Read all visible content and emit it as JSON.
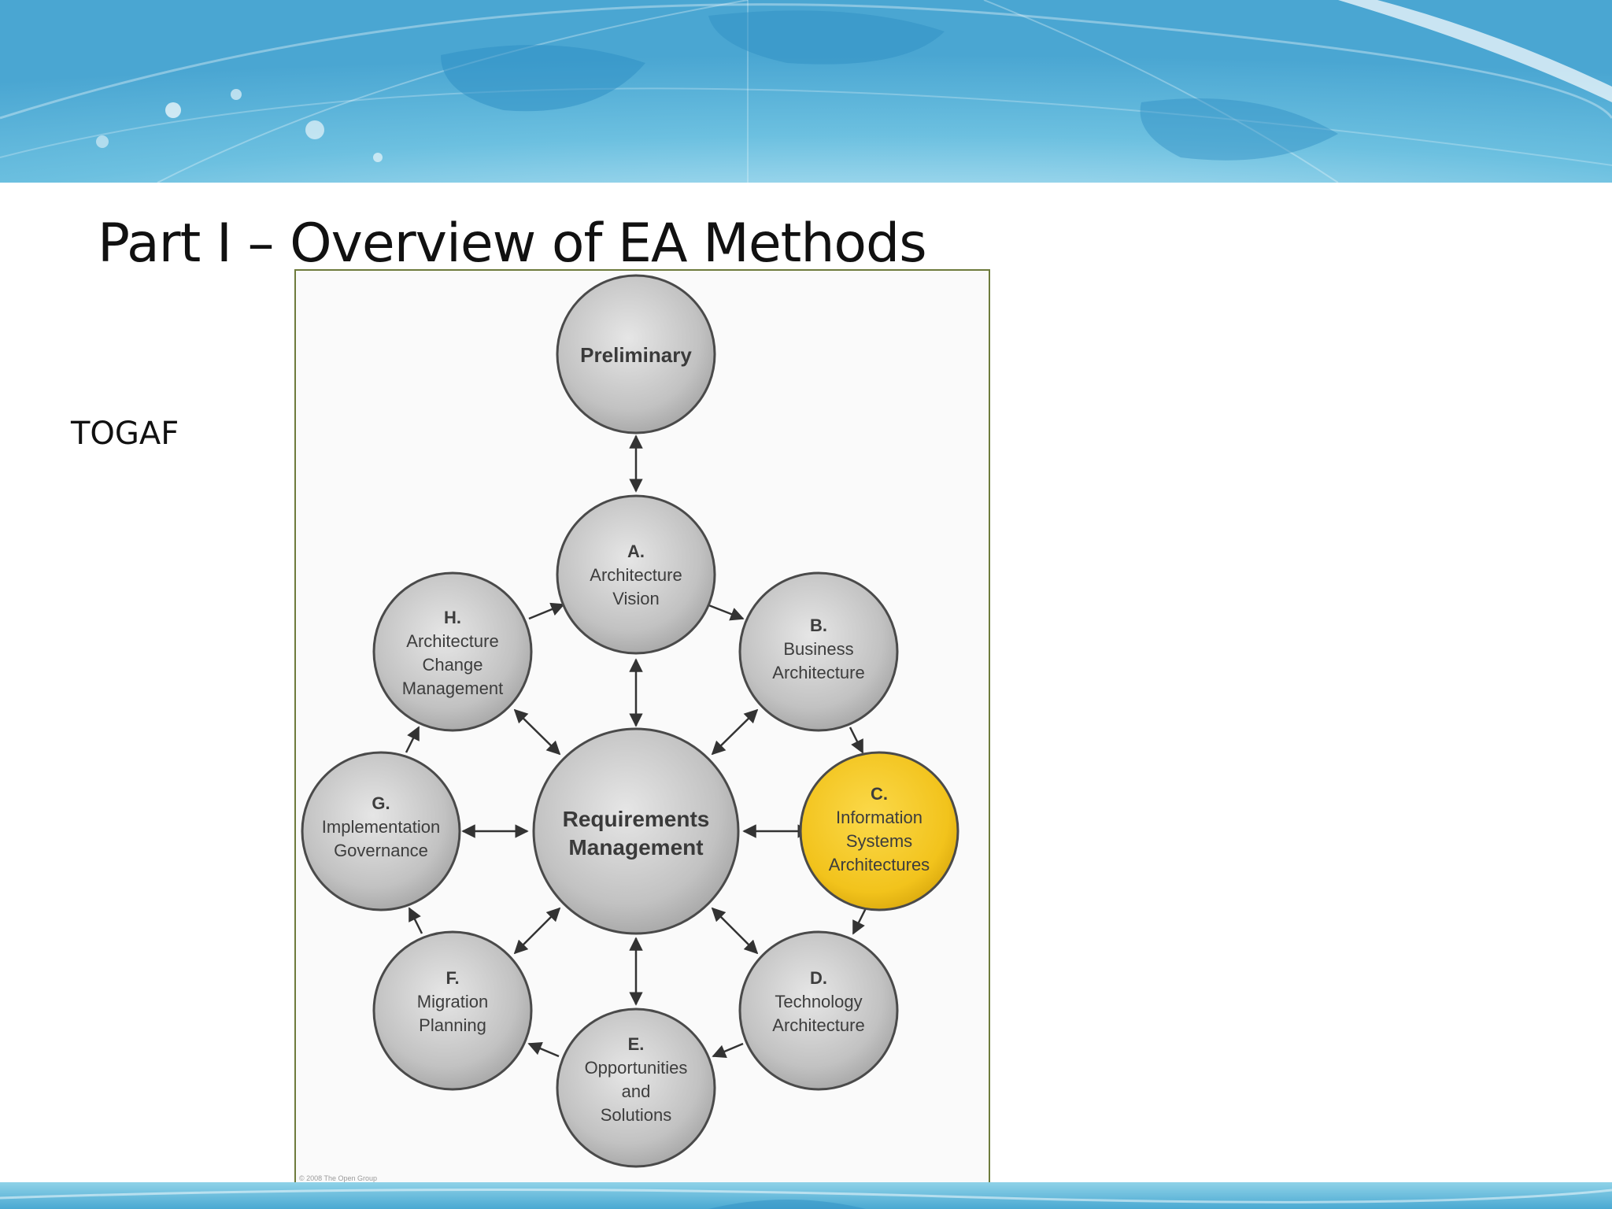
{
  "slide": {
    "title": "Part I – Overview of EA Methods",
    "side_label": "TOGAF"
  },
  "diagram": {
    "preliminary": "Preliminary",
    "center": {
      "line1": "Requirements",
      "line2": "Management"
    },
    "phases": {
      "a": {
        "letter": "A.",
        "lines": [
          "Architecture",
          "Vision"
        ]
      },
      "b": {
        "letter": "B.",
        "lines": [
          "Business",
          "Architecture"
        ]
      },
      "c": {
        "letter": "C.",
        "lines": [
          "Information",
          "Systems",
          "Architectures"
        ]
      },
      "d": {
        "letter": "D.",
        "lines": [
          "Technology",
          "Architecture"
        ]
      },
      "e": {
        "letter": "E.",
        "lines": [
          "Opportunities",
          "and",
          "Solutions"
        ]
      },
      "f": {
        "letter": "F.",
        "lines": [
          "Migration",
          "Planning"
        ]
      },
      "g": {
        "letter": "G.",
        "lines": [
          "Implementation",
          "Governance"
        ]
      },
      "h": {
        "letter": "H.",
        "lines": [
          "Architecture",
          "Change",
          "Management"
        ]
      }
    },
    "copyright": "© 2008 The Open Group",
    "colors": {
      "phase_fill": "#bdbdbd",
      "highlight_fill": "#f2c31c",
      "frame_border": "#6e7b3c"
    }
  }
}
